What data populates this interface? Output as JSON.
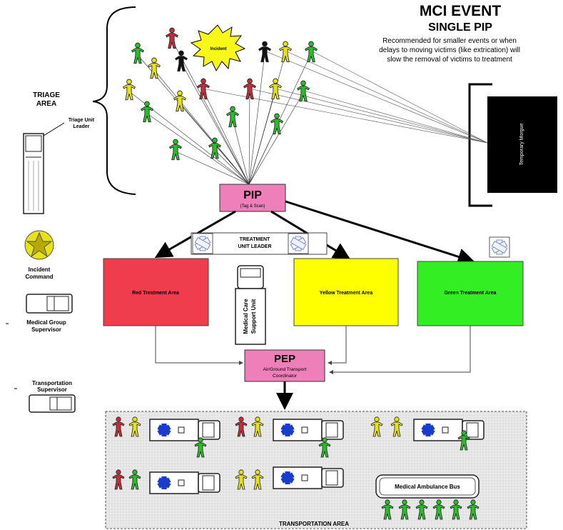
{
  "header": {
    "title": "MCI EVENT",
    "subtitle": "SINGLE PIP",
    "note_lines": [
      "Recommended for smaller events or when",
      "delays to moving victims (like extrication) will",
      "slow the removal of victims to treatment"
    ]
  },
  "triage": {
    "area_label_lines": [
      "TRIAGE",
      "AREA"
    ],
    "incident_label": "Incident",
    "unit_leader_lines": [
      "Triage Unit",
      "Leader"
    ]
  },
  "morgue": {
    "label": "Temporary Morgue"
  },
  "pip": {
    "title": "PIP",
    "subtitle": "(Tag & Scan)"
  },
  "treatment": {
    "unit_leader_lines": [
      "TREATMENT",
      "UNIT LEADER"
    ],
    "red": "Red Treatment Area",
    "yellow": "Yellow Treatment Area",
    "green": "Green Treatment Area",
    "support_unit_lines": [
      "Medical Care",
      "Support Unit"
    ]
  },
  "left_legend": {
    "incident_command_lines": [
      "Incident",
      "Command"
    ],
    "medical_group_lines": [
      "Medical Group",
      "Supervisor"
    ],
    "transport_supervisor_lines": [
      "Transportation",
      "Supervisor"
    ]
  },
  "pep": {
    "title": "PEP",
    "subtitle_lines": [
      "Air/Ground Transport",
      "Coordinator"
    ]
  },
  "transport": {
    "area_label": "TRANSPORTATION AREA",
    "bus_label": "Medical Ambulance Bus"
  },
  "colors": {
    "red_area": "#ef3d4e",
    "yellow_area": "#ffff00",
    "green_area": "#33ee22",
    "pip_pink": "#ee7fb8",
    "victim_red": "#c0303a",
    "victim_yellow": "#e6e21a",
    "victim_green": "#2dbb2d",
    "victim_black": "#111111",
    "star_of_life": "#1a3ccc",
    "transport_bg": "#e6e6e6",
    "incident_burst": "#f7f71a"
  }
}
